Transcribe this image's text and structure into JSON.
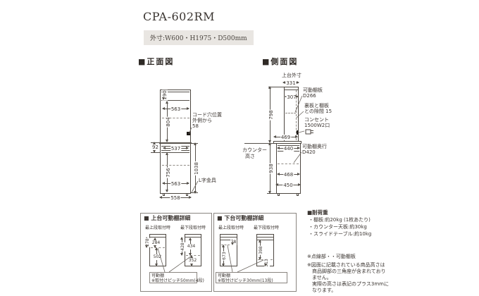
{
  "page": {
    "title": "CPA-602RM",
    "outer_dims": "外寸:W600・H1975・D500mm"
  },
  "front_view": {
    "heading": "■正面図",
    "d190": "190",
    "d563_top": "563",
    "d804": "804",
    "cord_l1": "コード穴位置",
    "cord_l2": "外側から",
    "cord_l3": "58",
    "d92": "92",
    "d537": "537",
    "d1038": "1038",
    "d756": "756",
    "d563_bottom": "563",
    "d558": "558",
    "bracket": "L字金具"
  },
  "side_view": {
    "heading": "■側面図",
    "upper_outer": "上台外寸",
    "d331": "331",
    "d307": "307",
    "shelf_l1": "可動棚板",
    "shelf_l2": "D266",
    "gap_l1": "裏板と棚板",
    "gap_l2": "との隙間 15",
    "outlet_l1": "コンセント",
    "outlet_l2": "1500W2口",
    "d798": "798",
    "d469": "469",
    "d440": "440",
    "depth_l1": "可動棚奥行",
    "depth_l2": "D420",
    "counter_l1": "カウンター",
    "counter_l2": "高さ",
    "d938": "938",
    "d468": "468",
    "d450": "450"
  },
  "detail_upper": {
    "heading": "■ 上台可動棚詳細",
    "col1": "最上段取付時",
    "col2": "最下段取付時",
    "left_outer": "278",
    "left_top": "284",
    "left_bottom": "502",
    "right_outer": "428",
    "right_top": "434",
    "right_bottom": "352",
    "cap1": "可動棚",
    "cap2": "※取付けピッチ50mm(4段)"
  },
  "detail_lower": {
    "heading": "■ 下台可動棚詳細",
    "col1": "最上段取付時",
    "col2": "最下段取付時",
    "left_top": "38",
    "left_bottom": "673",
    "right_top": "398",
    "right_bottom": "313",
    "cap1": "可動棚",
    "cap2": "※取付けピッチ30mm(13段)"
  },
  "notes": {
    "heading": "■耐荷重",
    "items": [
      "・棚板:約20kg (1枚あたり)",
      "・カウンター天板:約30kg",
      "・スライドテーブル:約10kg"
    ],
    "dot_note": "※点線部・・可動棚板",
    "note_lines": [
      "※図面に記載されている商品高さは",
      "　商品脚部の三角座が含まれており",
      "　ません。",
      "　実際の高さは表記のプラス3mmに",
      "　なります。"
    ]
  },
  "colors": {
    "accent_bg": "#e9e6e2",
    "line": "#55504a",
    "text": "#3b3531"
  }
}
